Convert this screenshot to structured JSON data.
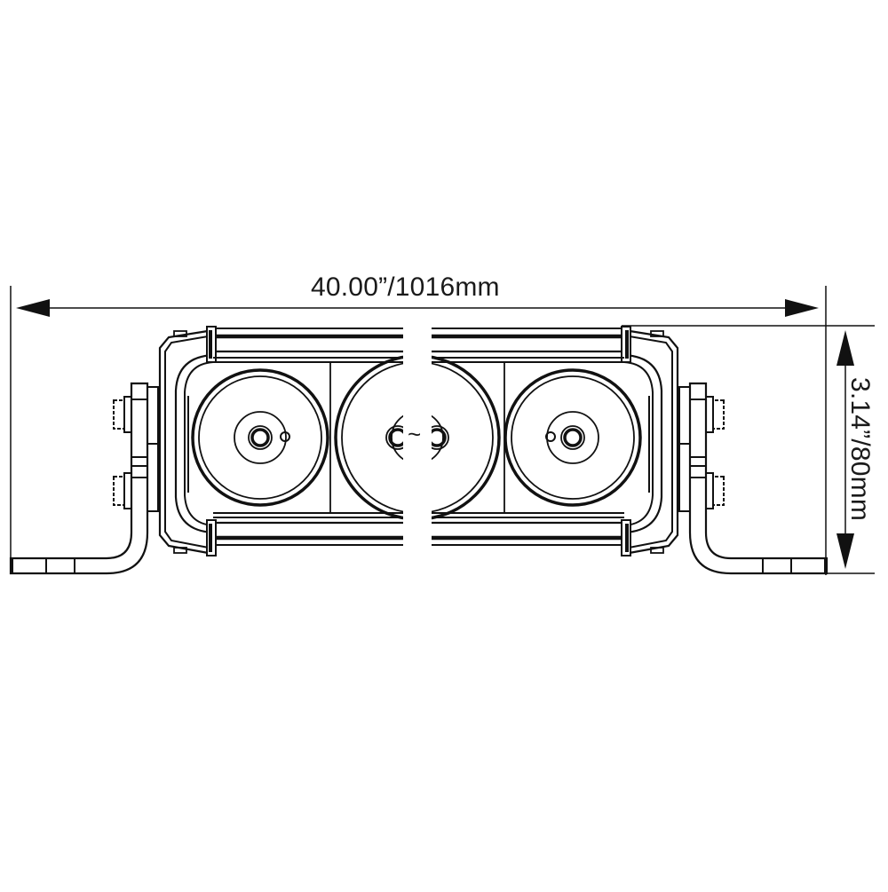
{
  "drawing": {
    "type": "dimension-drawing",
    "subject": "LED light bar (front view, broken length)",
    "dimensions": {
      "width_label": "40.00”/1016mm",
      "height_label": "3.14”/80mm"
    },
    "break_symbol": "~",
    "lens_count_visible": 3,
    "mount_brackets": 2,
    "colors": {
      "line": "#111111",
      "background": "#ffffff"
    }
  }
}
